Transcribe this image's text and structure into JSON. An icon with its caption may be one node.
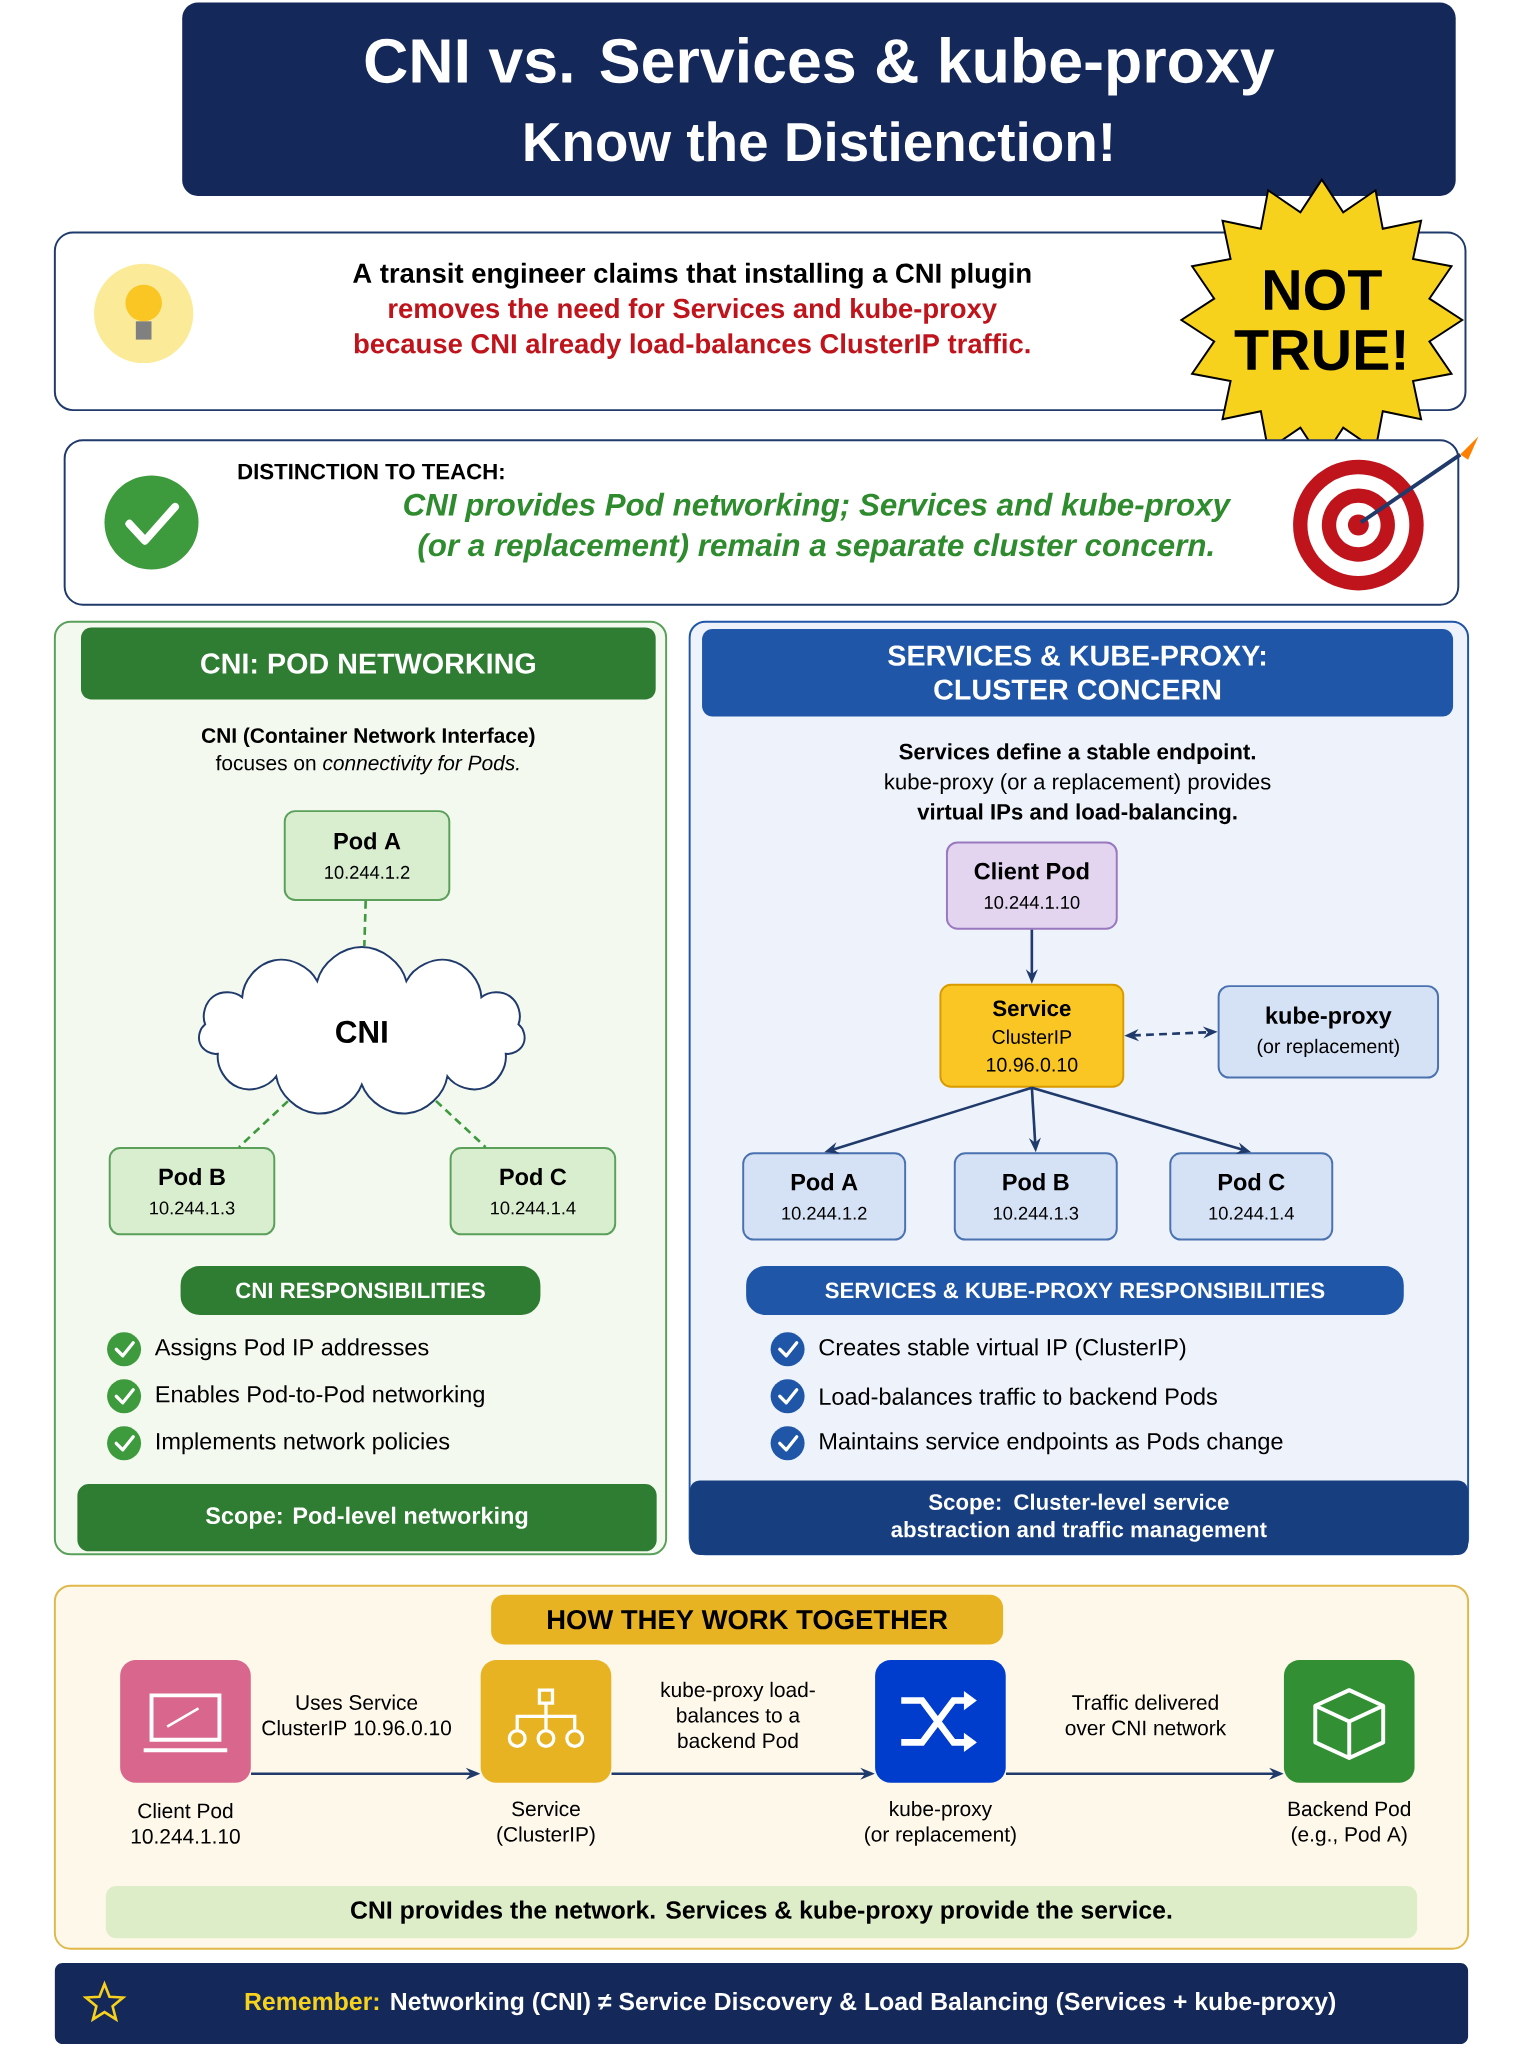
{
  "diagram": {
    "nodes": [
      {
        "text": [
          "CNI vs. Services & kube-proxy",
          "Know the Distienction!"
        ]
      },
      {
        "text": [
          "A transit engineer claims that installing a CNI plugin",
          "removes the need for Services and kube-proxy because CNI already load-balances ClusterIP traffic."
        ]
      },
      {
        "text": [
          "NOT TRUE!"
        ]
      },
      {
        "text": [
          "DISTINCTION TO TEACH:",
          "CNI provides Pod networking; Services and kube-proxy (or a replacement) remain a separate cluster concern."
        ]
      },
      {
        "text": [
          "CNI: POD NETWORKING",
          "**CNI (Container Network Interface)** focuses on *connectivity for Pods.*"
        ]
      },
      {
        "text": [
          "Pod A",
          "10.244.1.2"
        ],
        "in": 4
      },
      {
        "text": [
          "CNI"
        ],
        "in": 4
      },
      {
        "text": [
          "Pod B",
          "10.244.1.3"
        ],
        "in": 4
      },
      {
        "text": [
          "Pod C",
          "10.244.1.4"
        ],
        "in": 4
      },
      {
        "text": [
          "CNI RESPONSIBILITIES"
        ],
        "in": 4
      },
      {
        "text": [
          "Scope: Pod-level networking"
        ],
        "in": 4
      },
      {
        "text": [
          "SERVICES & KUBE-PROXY: CLUSTER CONCERN",
          "**Services define a stable endpoint.** kube-proxy (or a replacement) provides **virtual IPs and load-balancing.**"
        ]
      },
      {
        "text": [
          "Client Pod",
          "10.244.1.10"
        ],
        "in": 11
      },
      {
        "text": [
          "Service",
          "ClusterIP",
          "10.96.0.10"
        ],
        "in": 11
      },
      {
        "text": [
          "kube-proxy",
          "(or replacement)"
        ],
        "in": 11
      },
      {
        "text": [
          "Pod A",
          "10.244.1.2"
        ],
        "in": 11
      },
      {
        "text": [
          "Pod B",
          "10.244.1.3"
        ],
        "in": 11
      },
      {
        "text": [
          "Pod C",
          "10.244.1.4"
        ],
        "in": 11
      },
      {
        "text": [
          "SERVICES & KUBE-PROXY RESPONSIBILITIES"
        ],
        "in": 11
      },
      {
        "text": [
          "Scope: Cluster-level service abstraction and traffic management"
        ],
        "in": 11
      },
      {
        "text": [
          "HOW THEY WORK TOGETHER"
        ]
      },
      {
        "text": [
          "Client Pod",
          "10.244.1.10"
        ],
        "in": 20
      },
      {
        "text": [
          "Service",
          "(ClusterIP)"
        ],
        "in": 20
      },
      {
        "text": [
          "kube-proxy",
          "(or replacement)"
        ],
        "in": 20
      },
      {
        "text": [
          "Backend Pod",
          "(e.g., Pod A)"
        ],
        "in": 20
      },
      {
        "text": [
          "CNI provides the network. Services & kube-proxy provide the service."
        ],
        "in": 20
      },
      {
        "text": [
          "Remember:",
          "Networking (CNI) ≠ Service Discovery & Load Balancing (Services + kube-proxy)"
        ]
      }
    ],
    "edges": [
      {
        "from": 5,
        "to": 6,
        "arrow": "none",
        "style": "dashed",
        "color": "#3d9a3d"
      },
      {
        "from": 6,
        "to": 7,
        "arrow": "none",
        "style": "dashed",
        "color": "#3d9a3d"
      },
      {
        "from": 6,
        "to": 8,
        "arrow": "none",
        "style": "dashed",
        "color": "#3d9a3d"
      },
      {
        "from": 12,
        "to": 13,
        "arrow": "to"
      },
      {
        "from": 13,
        "to": 14,
        "arrow": "both",
        "style": "dashed"
      },
      {
        "from": 13,
        "to": 15,
        "arrow": "to"
      },
      {
        "from": 13,
        "to": 16,
        "arrow": "to"
      },
      {
        "from": 13,
        "to": 17,
        "arrow": "to"
      },
      {
        "from": 21,
        "to": 22,
        "arrow": "to",
        "label": "Uses Service ClusterIP 10.96.0.10"
      },
      {
        "from": 22,
        "to": 23,
        "arrow": "to",
        "label": "kube-proxy load-balances to a backend Pod"
      },
      {
        "from": 23,
        "to": 24,
        "arrow": "to",
        "label": "Traffic delivered over CNI network"
      }
    ],
    "labels": [
      "Assigns Pod IP addresses",
      "Enables Pod-to-Pod networking",
      "Implements network policies",
      "Creates stable virtual IP (ClusterIP)",
      "Load-balances traffic to backend Pods",
      "Maintains service endpoints as Pods change"
    ]
  }
}
